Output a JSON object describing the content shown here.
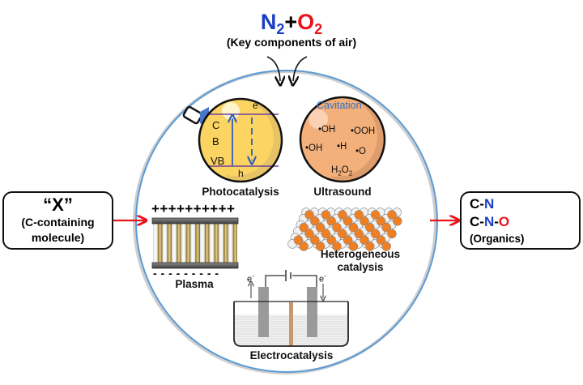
{
  "title": {
    "n2": "N",
    "n2_sub": "2",
    "plus": "+",
    "o2": "O",
    "o2_sub": "2",
    "subtitle": "(Key components of air)"
  },
  "colors": {
    "nitrogen": "#1a3fc4",
    "oxygen": "#e8141b",
    "arrow": "#e8141b",
    "outer_circle": "#5b9bd5",
    "photocatalysis_fill": "#fcd462",
    "ultrasound_fill": "#f4b07a",
    "band_line": "#6b3fa0",
    "electron_arrow": "#2e5fb8",
    "plasma_stripe": "#b99a45",
    "catalyst_orange": "#f07f22"
  },
  "input_box": {
    "label": "“X”",
    "line1": "(C-containing",
    "line2": "molecule)"
  },
  "output_box": {
    "line1": {
      "c": "C-",
      "n": "N"
    },
    "line2": {
      "c": "C-",
      "n": "N",
      "dash": "-",
      "o": "O"
    },
    "line3": "(Organics)"
  },
  "methods": {
    "photocatalysis": {
      "label": "Photocatalysis",
      "cb_c": "C",
      "cb_b": "B",
      "vb": "VB",
      "e": "e",
      "h": "h"
    },
    "ultrasound": {
      "label": "Ultrasound",
      "cavitation": "Cavitation",
      "species": [
        {
          "text": "•OH"
        },
        {
          "text": "•OOH"
        },
        {
          "text": "•OH"
        },
        {
          "text": "•H"
        },
        {
          "text": "•O"
        }
      ],
      "h2o2": {
        "h": "H",
        "s1": "2",
        "o": "O",
        "s2": "2"
      }
    },
    "plasma": {
      "label": "Plasma",
      "plus_signs": "++++++++++",
      "minus_signs": "- - - - - - - - -"
    },
    "heterogeneous": {
      "label_line1": "Heterogeneous",
      "label_line2": "catalysis"
    },
    "electrocatalysis": {
      "label": "Electrocatalysis",
      "e_left": "e",
      "e_right": "e",
      "e_sup": "-"
    }
  }
}
